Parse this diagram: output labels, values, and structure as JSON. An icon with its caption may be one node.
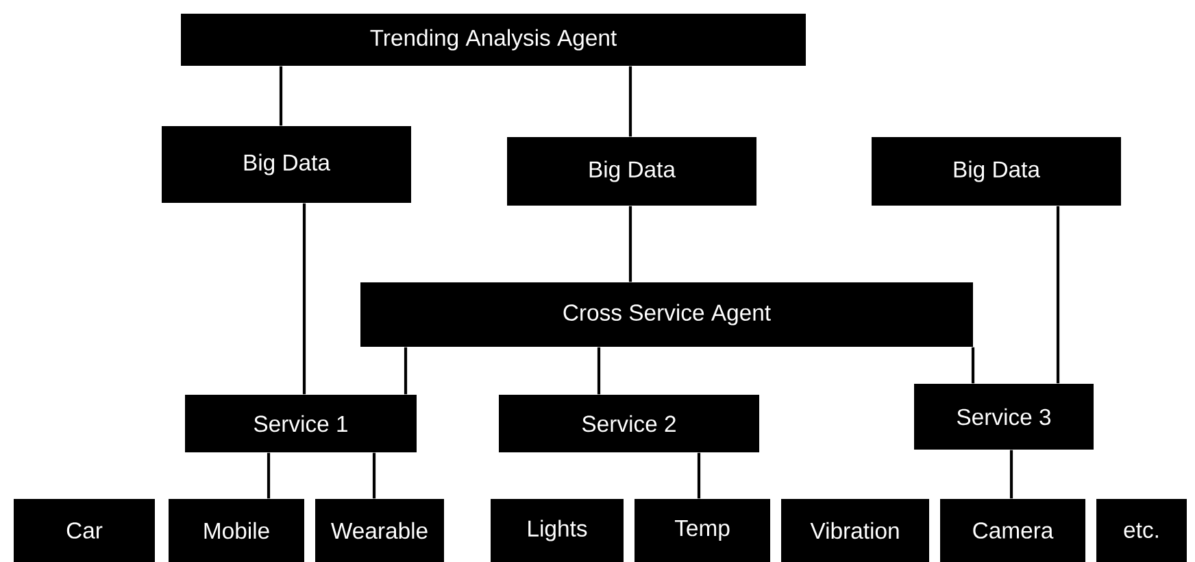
{
  "diagram": {
    "nodes": [
      {
        "text": [
          "Trending Analysis Agent"
        ]
      },
      {
        "text": [
          "Big Data"
        ]
      },
      {
        "text": [
          "Big Data"
        ]
      },
      {
        "text": [
          "Big Data"
        ]
      },
      {
        "text": [
          "Cross Service Agent"
        ]
      },
      {
        "text": [
          "Service 1"
        ]
      },
      {
        "text": [
          "Service 2"
        ]
      },
      {
        "text": [
          "Service 3"
        ]
      },
      {
        "text": [
          "Car"
        ]
      },
      {
        "text": [
          "Mobile"
        ]
      },
      {
        "text": [
          "Wearable"
        ]
      },
      {
        "text": [
          "Lights"
        ]
      },
      {
        "text": [
          "Temp"
        ]
      },
      {
        "text": [
          "Vibration"
        ]
      },
      {
        "text": [
          "Camera"
        ]
      },
      {
        "text": [
          "etc."
        ]
      }
    ],
    "edges": [
      {
        "from": 0,
        "to": 1,
        "arrow": "none"
      },
      {
        "from": 0,
        "to": 2,
        "arrow": "none"
      },
      {
        "from": 1,
        "to": 5,
        "arrow": "none"
      },
      {
        "from": 2,
        "to": 4,
        "arrow": "none"
      },
      {
        "from": 3,
        "to": 7,
        "arrow": "none"
      },
      {
        "from": 4,
        "to": 5,
        "arrow": "none"
      },
      {
        "from": 4,
        "to": 6,
        "arrow": "none"
      },
      {
        "from": 4,
        "to": 7,
        "arrow": "none"
      },
      {
        "from": 5,
        "to": 9,
        "arrow": "none"
      },
      {
        "from": 5,
        "to": 10,
        "arrow": "none"
      },
      {
        "from": 6,
        "to": 12,
        "arrow": "none"
      },
      {
        "from": 7,
        "to": 14,
        "arrow": "none"
      }
    ]
  }
}
